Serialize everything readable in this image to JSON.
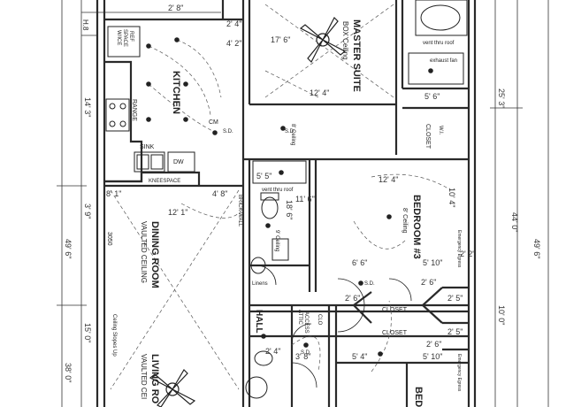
{
  "colors": {
    "ink": "#1a1a1a",
    "wall": "#2a2a2a",
    "paper": "#ffffff",
    "wire": "#555555"
  },
  "rooms": {
    "master": "MASTER SUITE",
    "master_sub": "BOX Ceiling",
    "kitchen": "KITCHEN",
    "dining": "DINING ROOM",
    "dining_sub": "VAULTED CEILING",
    "living": "LIVING RO",
    "living_sub": "VAULTED CEI",
    "bedroom3": "BEDROOM #3",
    "bedroom3_sub": "8' Ceiling",
    "bed_partial": "BED",
    "hall": "HALL",
    "closet1": "CLOSET",
    "closet2": "CLOSET",
    "closet3": "CLOSET",
    "linens": "Linens"
  },
  "labels": {
    "range": "RANGE",
    "sink": "SINK",
    "dw": "DW",
    "kneespace": "KNEESPACE",
    "ref1": "REF",
    "ref2": "SPACE",
    "ref3": "W/ICE",
    "sd1": "S.D.",
    "sd2": "S.D.",
    "sd3": "S.D.",
    "sd4": "S.D.",
    "cm": "CM",
    "attic": "ATTIC",
    "access": "ACCESS",
    "wic": "W.I.",
    "clo": "CLO",
    "code": "3050",
    "egress1": "Emergency Egress",
    "egress2": "Emergency Egress",
    "vent": "vent thru roof",
    "vent2": "vent thru roof",
    "ceiling_slope": "Ceiling Slopes Up",
    "wall_label": "BRICK WALL",
    "ceiling8": "8' Ceiling",
    "ceiling9": "9' Ceiling",
    "exhaust": "exhaust fan",
    "h8": "H.8"
  },
  "dims": {
    "d_2_8": "2' 8\"",
    "d_2_4a": "2' 4\"",
    "d_4_2": "4' 2\"",
    "d_17_6": "17' 6\"",
    "d_12_4a": "12' 4\"",
    "d_5_6a": "5' 6\"",
    "d_14_3": "14' 3\"",
    "d_25_3": "25' 3\"",
    "d_44_0": "44' 0\"",
    "d_49_6a": "49' 6\"",
    "d_49_6b": "49' 6\"",
    "d_38_0": "38' 0\"",
    "d_15_0": "15' 0\"",
    "d_12_1": "12' 1\"",
    "d_3_9": "3' 9\"",
    "d_8_1": "8' 1\"",
    "d_4_8": "4' 8\"",
    "d_12_4b": "12' 4\"",
    "d_10_4": "10' 4\"",
    "d_5_5": "5' 5\"",
    "d_11_6": "11' 6\"",
    "d_18_6": "18' 6\"",
    "d_6_6": "6' 6\"",
    "d_5_10a": "5' 10\"",
    "d_5_10b": "5' 10\"",
    "d_2_5a": "2' 5\"",
    "d_2_5b": "2' 5\"",
    "d_10_0": "10' 0\"",
    "d_5_4": "5' 4\"",
    "d_3_8": "3' 8\"",
    "d_2_4b": "2' 4\"",
    "d_2_6a": "2' 6\"",
    "d_2_6b": "2' 6\"",
    "d_2_6c": "2' 6\"",
    "d_2_2": "2' 2\""
  }
}
